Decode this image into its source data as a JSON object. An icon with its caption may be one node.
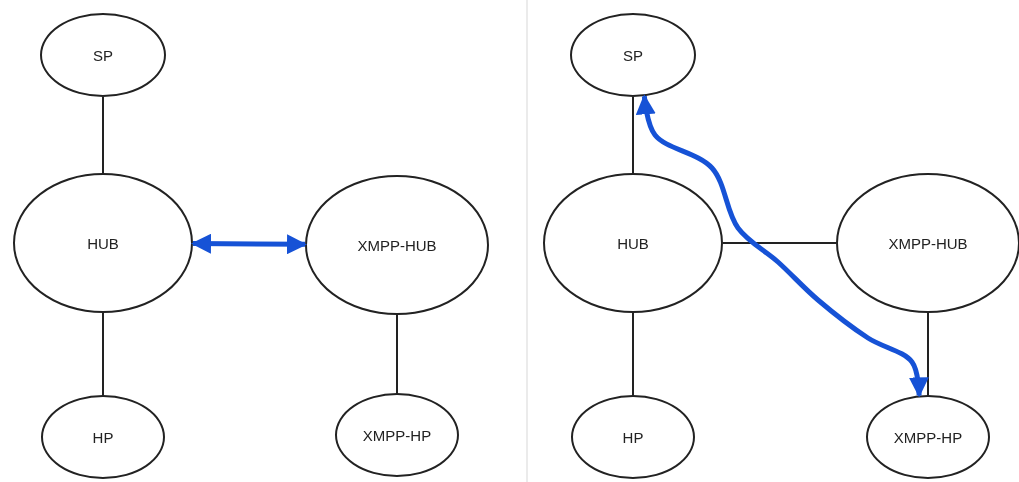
{
  "diagram": {
    "nodes": [
      {
        "text": [
          "SP"
        ]
      },
      {
        "text": [
          "HUB"
        ]
      },
      {
        "text": [
          "HP"
        ]
      },
      {
        "text": [
          "XMPP-HUB"
        ]
      },
      {
        "text": [
          "XMPP-HP"
        ]
      },
      {
        "text": [
          "SP"
        ]
      },
      {
        "text": [
          "HUB"
        ]
      },
      {
        "text": [
          "HP"
        ]
      },
      {
        "text": [
          "XMPP-HUB"
        ]
      },
      {
        "text": [
          "XMPP-HP"
        ]
      }
    ],
    "edges": [
      {
        "from": 0,
        "to": 1,
        "arrow": "none"
      },
      {
        "from": 1,
        "to": 2,
        "arrow": "none"
      },
      {
        "from": 1,
        "to": 3,
        "arrow": "both",
        "style": "thick",
        "color": "#1652d6"
      },
      {
        "from": 3,
        "to": 4,
        "arrow": "none"
      },
      {
        "from": 5,
        "to": 6,
        "arrow": "none"
      },
      {
        "from": 6,
        "to": 7,
        "arrow": "none"
      },
      {
        "from": 6,
        "to": 8,
        "arrow": "none"
      },
      {
        "from": 8,
        "to": 9,
        "arrow": "none"
      },
      {
        "from": 5,
        "to": 9,
        "arrow": "both",
        "style": "thick",
        "color": "#1652d6"
      }
    ]
  }
}
